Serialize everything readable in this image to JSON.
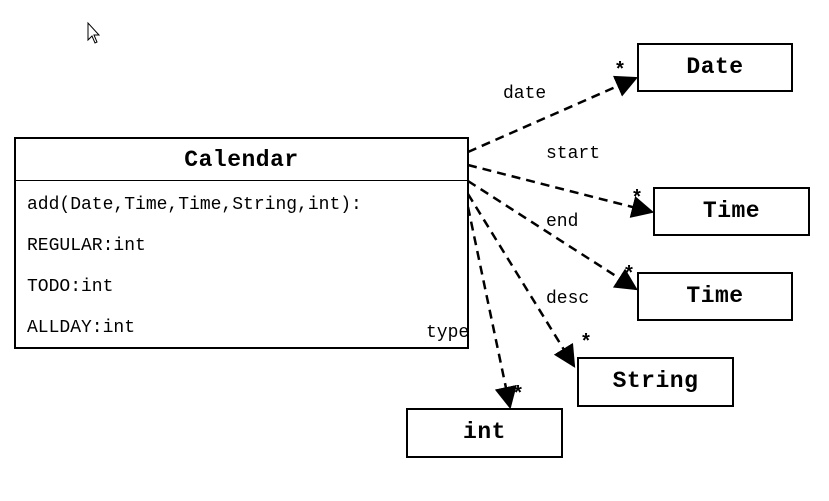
{
  "diagram": {
    "main_class": {
      "name": "Calendar",
      "members": [
        "add(Date,Time,Time,String,int):",
        "REGULAR:int",
        "TODO:int",
        "ALLDAY:int"
      ]
    },
    "related_classes": [
      {
        "id": "date",
        "name": "Date"
      },
      {
        "id": "time-start",
        "name": "Time"
      },
      {
        "id": "time-end",
        "name": "Time"
      },
      {
        "id": "string",
        "name": "String"
      },
      {
        "id": "int",
        "name": "int"
      }
    ],
    "associations": [
      {
        "role": "date",
        "target": "date",
        "multiplicity": "*"
      },
      {
        "role": "start",
        "target": "time-start",
        "multiplicity": "*"
      },
      {
        "role": "end",
        "target": "time-end",
        "multiplicity": "*"
      },
      {
        "role": "desc",
        "target": "string",
        "multiplicity": "*"
      },
      {
        "role": "type",
        "target": "int",
        "multiplicity": "*"
      }
    ]
  }
}
